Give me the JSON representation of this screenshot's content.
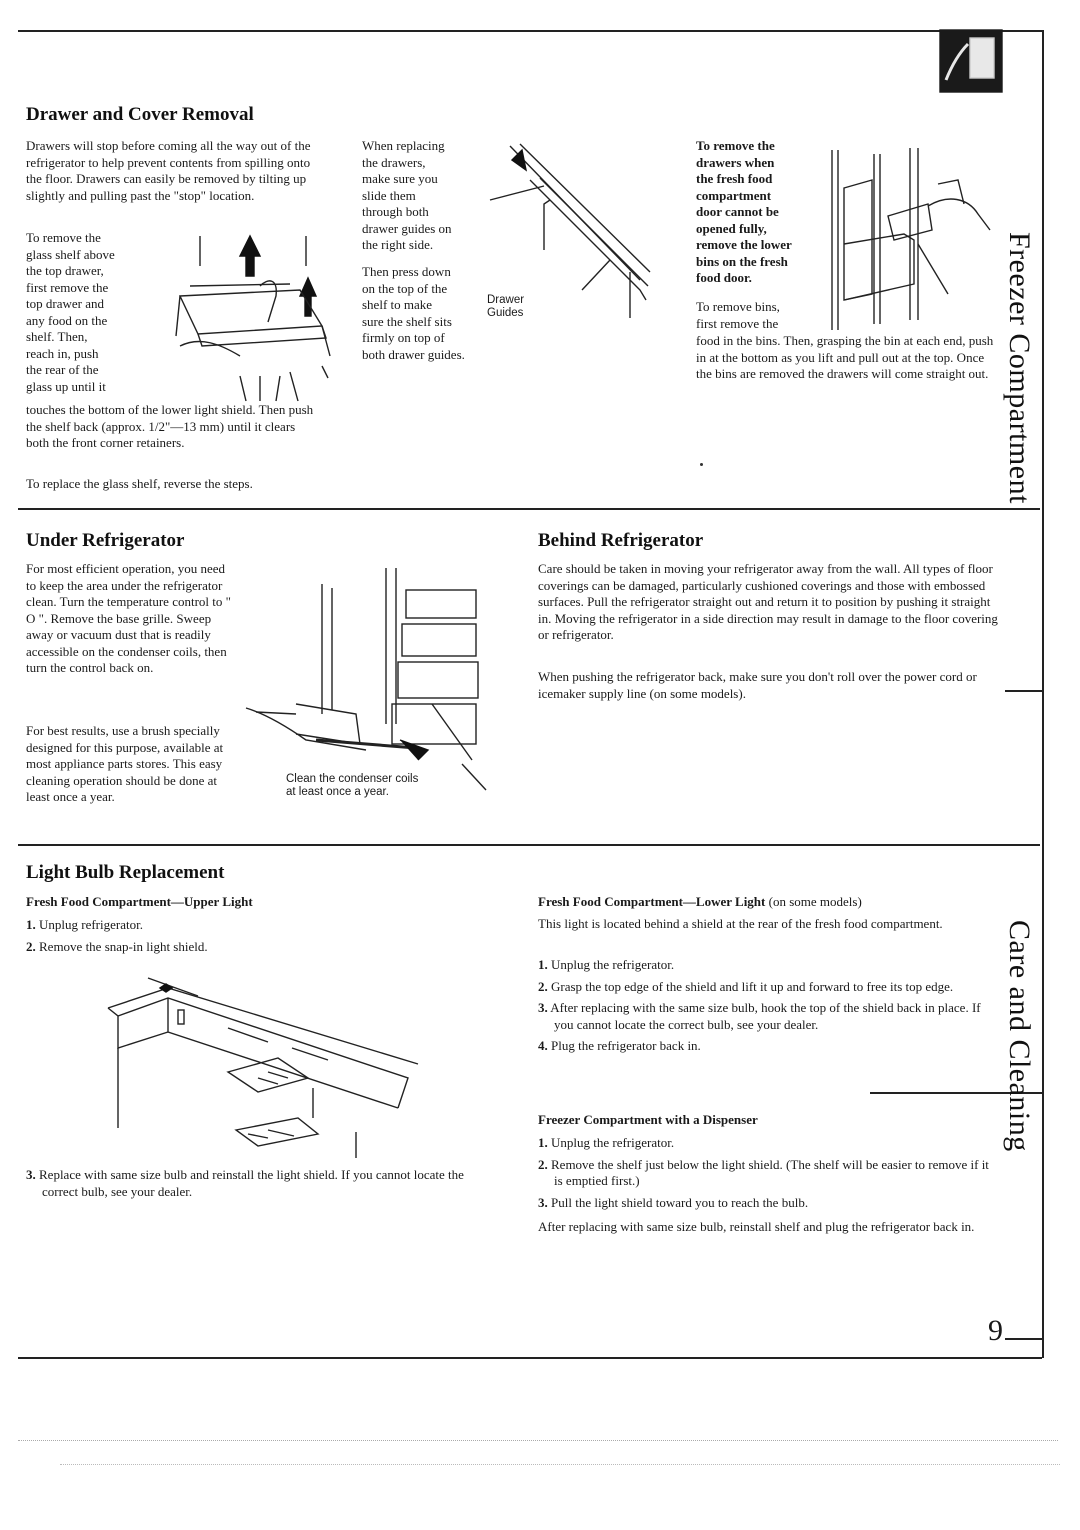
{
  "sidebar": {
    "tab1": "Freezer Compartment",
    "tab2": "Care and Cleaning"
  },
  "page_number": "9",
  "drawer_section": {
    "title": "Drawer and Cover Removal",
    "intro": "Drawers will stop before coming all the way out of the refrigerator to help prevent contents from spilling onto the floor. Drawers can easily be removed by tilting up slightly and pulling past the \"stop\" location.",
    "remove_lines": [
      "To remove the",
      "glass shelf above",
      "the top drawer,",
      "first remove the",
      "top drawer and",
      "any food on the",
      "shelf. Then,",
      "reach in, push",
      "the rear of the",
      "glass up until it"
    ],
    "remove_cont": "touches the bottom of the lower light shield. Then push the shelf back (approx. 1/2\"—13 mm) until it clears both the front corner retainers.",
    "replace": "To replace the glass shelf, reverse the steps.",
    "replacing_lines": [
      "When replacing",
      "the drawers,",
      "make sure you",
      "slide them",
      "through both",
      "drawer guides on",
      "the right side."
    ],
    "press_lines": [
      "Then press down",
      "on the top of the",
      "shelf to make",
      "sure the shelf sits",
      "firmly on top of",
      "both drawer guides."
    ],
    "guides_label_1": "Drawer",
    "guides_label_2": "Guides",
    "fresh_lines": [
      "To remove the",
      "drawers when",
      "the fresh food",
      "compartment",
      "door cannot be",
      "opened fully,",
      "remove the lower",
      "bins on the fresh",
      "food door."
    ],
    "bins_lines": [
      "To remove bins,",
      "first remove the"
    ],
    "bins_cont": "food in the bins. Then, grasping the bin at each end, push in at the bottom as you lift and pull out at the top. Once the bins are removed the drawers will come straight out."
  },
  "under_section": {
    "title": "Under Refrigerator",
    "para1": "For most efficient operation, you need to keep the area under the refrigerator clean. Turn the temperature control to \" O \". Remove the base grille. Sweep away or vacuum dust that is readily accessible on the condenser coils, then turn the control back on.",
    "para2": "For best results, use a brush specially designed for this purpose, available at most appliance parts stores. This easy cleaning operation should be done at least once a year.",
    "caption_1": "Clean the condenser coils",
    "caption_2": "at least once a year."
  },
  "behind_section": {
    "title": "Behind Refrigerator",
    "para1": "Care should be taken in moving your refrigerator away from the wall. All types of floor coverings can be damaged, particularly cushioned coverings and those with embossed surfaces. Pull the refrigerator straight out and return it to position by pushing it straight in. Moving the refrigerator in a side direction may result in damage to the floor covering or refrigerator.",
    "para2": "When pushing the refrigerator back, make sure you don't roll over the power cord or icemaker supply line (on some models)."
  },
  "light_section": {
    "title": "Light Bulb Replacement",
    "upper_heading": "Fresh Food Compartment—Upper Light",
    "upper_steps": [
      {
        "n": "1.",
        "t": "Unplug refrigerator."
      },
      {
        "n": "2.",
        "t": "Remove the snap-in light shield."
      }
    ],
    "upper_step3_n": "3.",
    "upper_step3": "Replace with same size bulb and reinstall the light shield. If you cannot locate the correct bulb, see your dealer.",
    "lower_heading": "Fresh Food Compartment—Lower Light",
    "lower_heading_note": "(on some models)",
    "lower_intro": "This light is located behind a shield at the rear of the fresh food compartment.",
    "lower_steps": [
      {
        "n": "1.",
        "t": "Unplug the refrigerator."
      },
      {
        "n": "2.",
        "t": "Grasp the top edge of the shield and lift it up and forward to free its top edge."
      },
      {
        "n": "3.",
        "t": "After replacing with the same size bulb, hook the top of the shield back in place. If you cannot locate the correct bulb, see your dealer."
      },
      {
        "n": "4.",
        "t": "Plug the refrigerator back in."
      }
    ],
    "freezer_heading": "Freezer Compartment with a Dispenser",
    "freezer_steps": [
      {
        "n": "1.",
        "t": "Unplug the refrigerator."
      },
      {
        "n": "2.",
        "t": "Remove the shelf just below the light shield. (The shelf will be easier to remove if it is emptied first.)"
      },
      {
        "n": "3.",
        "t": "Pull the light shield toward you to reach the bulb."
      }
    ],
    "freezer_after": "After replacing with same size bulb, reinstall shelf and plug the refrigerator back in."
  }
}
